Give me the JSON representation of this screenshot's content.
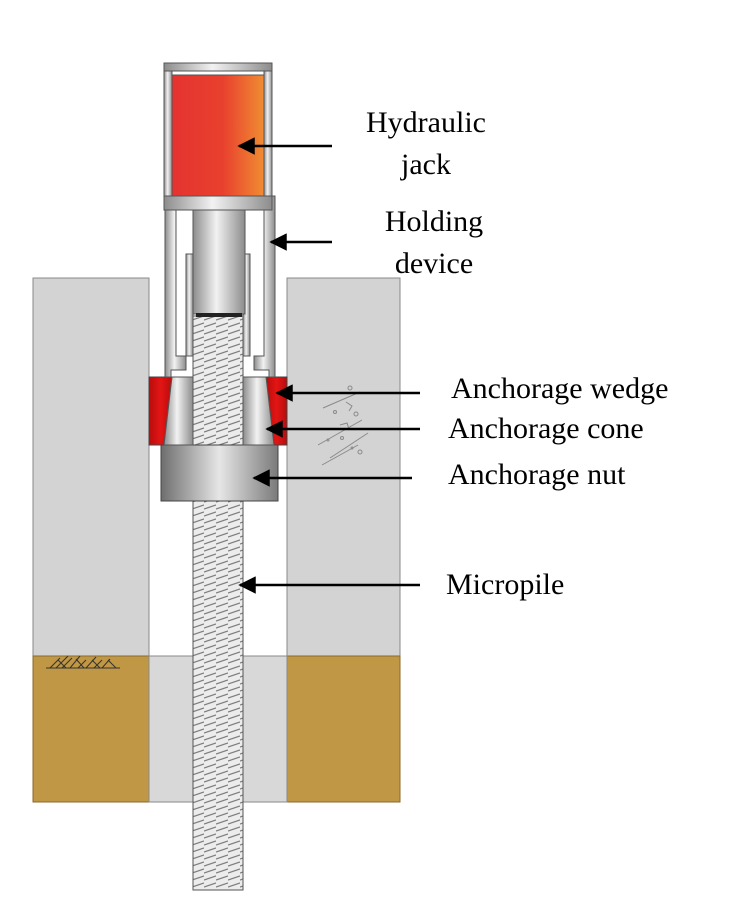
{
  "labels": {
    "hydraulic_jack": [
      "Hydraulic",
      "jack"
    ],
    "holding_device": [
      "Holding",
      "device"
    ],
    "anchorage_wedge": "Anchorage wedge",
    "anchorage_cone": "Anchorage cone",
    "anchorage_nut": "Anchorage nut",
    "micropile": "Micropile"
  },
  "colors": {
    "concrete": "#d3d3d3",
    "soil": "#c09744",
    "jack_red": "#e53330",
    "jack_orange": "#f08c32",
    "wedge_red": "#d90f0f",
    "steel_light": "#f0f0f0",
    "steel_dark": "#8c8c8c",
    "nut": "#9b9b9b",
    "outline": "#555555"
  }
}
